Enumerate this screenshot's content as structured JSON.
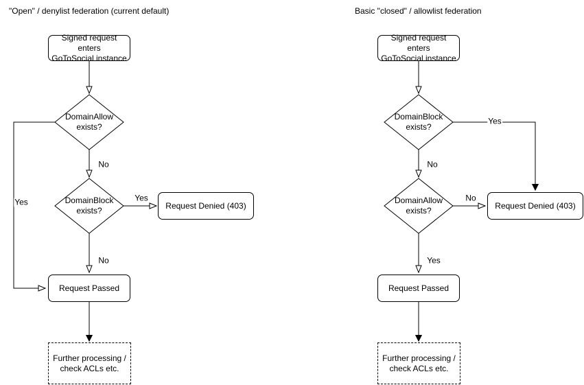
{
  "colors": {
    "stroke": "#000000",
    "text": "#000000",
    "background": "#ffffff"
  },
  "diagrams": {
    "open": {
      "title": "\"Open\" / denylist federation (current default)",
      "nodes": {
        "start": "Signed request enters\nGoToSocial instance",
        "allow_check": "DomainAllow\nexists?",
        "block_check": "DomainBlock\nexists?",
        "denied": "Request Denied (403)",
        "passed": "Request Passed",
        "further": "Further processing /\ncheck ACLs etc."
      },
      "labels": {
        "allow_no": "No",
        "allow_yes": "Yes",
        "block_yes": "Yes",
        "block_no": "No"
      }
    },
    "closed": {
      "title": "Basic \"closed\" / allowlist federation",
      "nodes": {
        "start": "Signed request enters\nGoToSocial instance",
        "block_check": "DomainBlock\nexists?",
        "allow_check": "DomainAllow\nexists?",
        "denied": "Request Denied (403)",
        "passed": "Request Passed",
        "further": "Further processing /\ncheck ACLs etc."
      },
      "labels": {
        "block_yes": "Yes",
        "block_no": "No",
        "allow_no": "No",
        "allow_yes": "Yes"
      }
    }
  }
}
